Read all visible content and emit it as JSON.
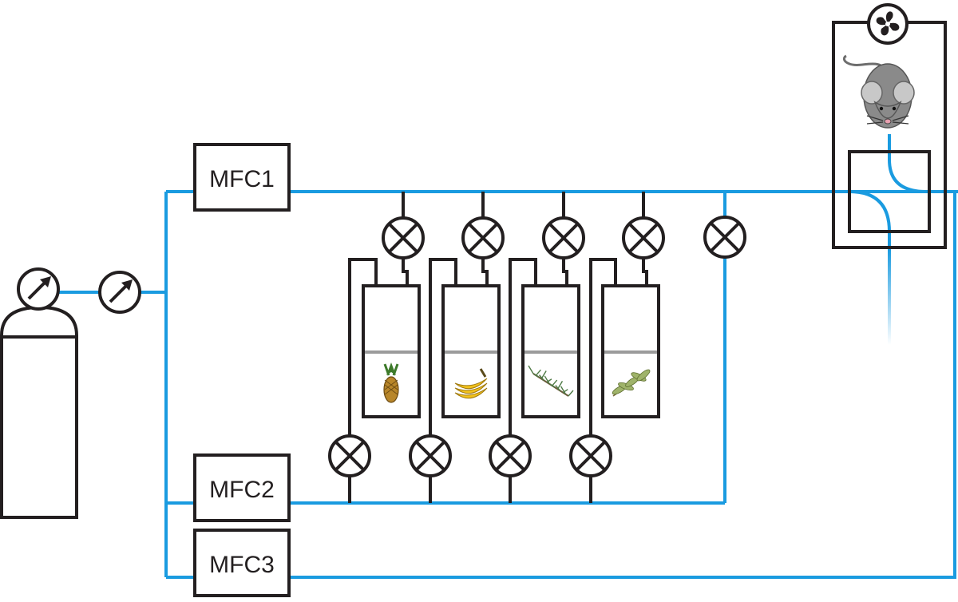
{
  "colors": {
    "pipe": "#1a9be0",
    "stroke": "#231f20",
    "liquid": "#9b9b9b",
    "mouse_body": "#8a8a8a",
    "mouse_ear": "#c8c8c8",
    "mouse_nose": "#e8a0b0"
  },
  "mfc": {
    "mfc1_label": "MFC1",
    "mfc2_label": "MFC2",
    "mfc3_label": "MFC3"
  },
  "odor_vials": [
    {
      "content_icon": "pineapple-icon"
    },
    {
      "content_icon": "banana-icon"
    },
    {
      "content_icon": "pine-branch-icon"
    },
    {
      "content_icon": "eucalyptus-leaf-icon"
    }
  ],
  "chamber": {
    "animal_icon": "mouse-icon",
    "fan_icon": "fan-icon"
  },
  "gas_supply": {
    "cylinder_icon": "gas-cylinder-icon",
    "gauge_icon": "pressure-gauge-icon"
  },
  "valve_icon": "valve-icon"
}
